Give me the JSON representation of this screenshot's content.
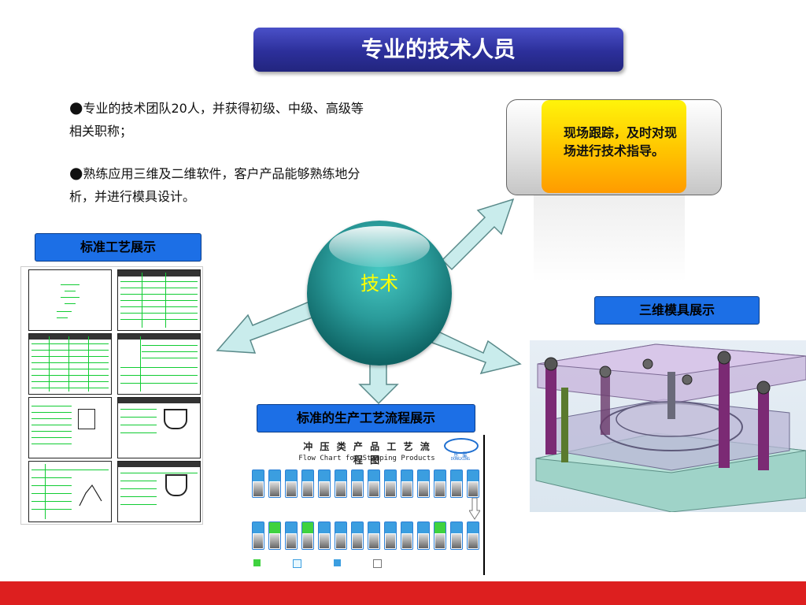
{
  "title": "专业的技术人员",
  "bullets": [
    "专业的技术团队20人，并获得初级、中级、高级等相关职称；",
    "熟练应用三维及二维软件，客户产品能够熟练地分析，并进行模具设计。"
  ],
  "bullet_symbol": "●",
  "center_label": "技术",
  "callout": "现场跟踪，及时对现场进行技术指导。",
  "labels": {
    "standard_process": "标准工艺展示",
    "mold_3d": "三维模具展示",
    "production_flow": "标准的生产工艺流程展示"
  },
  "flowchart": {
    "title_cn": "冲 压 类 产 品 工 艺 流 程 图",
    "title_en": "Flow Chart for Stamping Products",
    "logo_text": "东 星",
    "logo_sub": "DONGXING"
  },
  "colors": {
    "banner": "#2c2f9a",
    "label_blue": "#1c6fe6",
    "callout_yellow": "#ffc400",
    "sphere": "#2a9b9a",
    "arrow_fill": "#c9ecec",
    "footer_red": "#dd1f1f"
  }
}
